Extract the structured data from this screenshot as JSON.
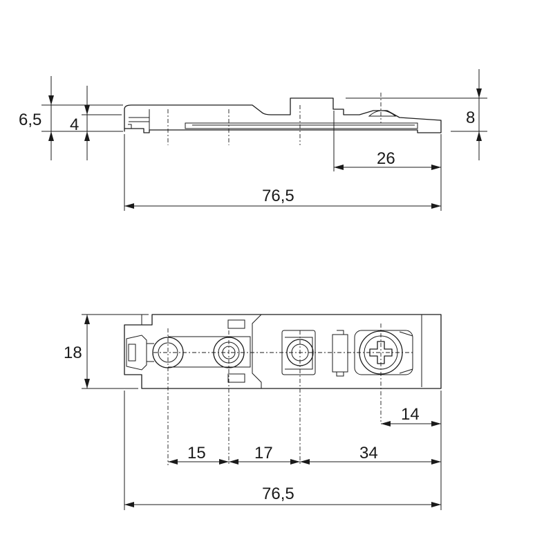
{
  "side_view": {
    "height_6_5": "6,5",
    "height_4": "4",
    "height_8": "8",
    "length_26": "26",
    "length_total": "76,5"
  },
  "top_view": {
    "width_18": "18",
    "spacing_15": "15",
    "spacing_17": "17",
    "spacing_34": "34",
    "screw_offset_14": "14",
    "length_total": "76,5"
  }
}
